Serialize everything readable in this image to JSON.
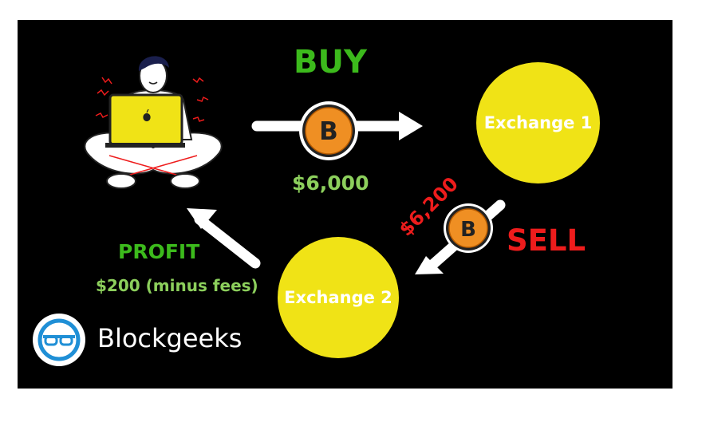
{
  "labels": {
    "buy": "BUY",
    "sell": "SELL",
    "profit": "PROFIT",
    "buy_price": "$6,000",
    "sell_price": "$6,200",
    "profit_value": "$200 (minus fees)",
    "exchange_1": "Exchange 1",
    "exchange_2": "Exchange 2",
    "brand": "Blockgeeks",
    "coin_symbol": "B"
  },
  "colors": {
    "background": "#000000",
    "buy_green": "#3cba1c",
    "sell_red": "#ee1c1c",
    "price_green": "#8ccf5c",
    "exchange_yellow": "#f0e316",
    "coin_orange": "#ef8f23",
    "laptop_yellow": "#f0e316",
    "arrow_white": "#ffffff",
    "logo_blue": "#1f8fd6"
  },
  "icons": [
    "person-with-laptop-icon",
    "bitcoin-coin-icon",
    "arrow-icon",
    "blockgeeks-logo-icon"
  ]
}
